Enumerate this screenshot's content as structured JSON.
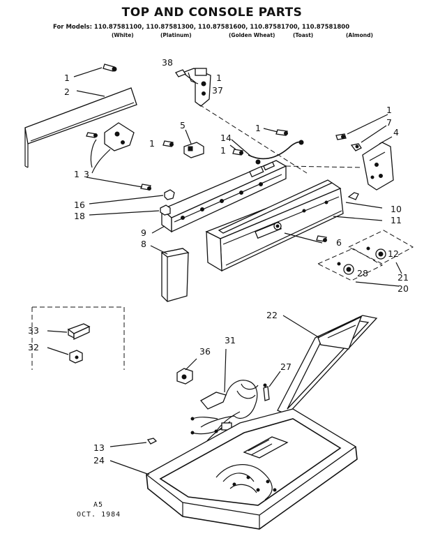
{
  "header": {
    "title": "TOP AND CONSOLE PARTS",
    "models_line": "For Models: 110.87581100, 110.87581300, 110.87581600, 110.87581700, 110.87581800",
    "colors": [
      "(White)",
      "(Platinum)",
      "(Golden Wheat)",
      "(Toast)",
      "(Almond)"
    ]
  },
  "callouts": {
    "c1": "1",
    "c2": "2",
    "c3": "3",
    "c4": "4",
    "c5": "5",
    "c6": "6",
    "c7": "7",
    "c8": "8",
    "c9": "9",
    "c10": "10",
    "c11": "11",
    "c12": "12",
    "c13": "13",
    "c14": "14",
    "c16": "16",
    "c18": "18",
    "c20": "20",
    "c21": "21",
    "c22": "22",
    "c24": "24",
    "c27": "27",
    "c28": "28",
    "c31": "31",
    "c32": "32",
    "c33": "33",
    "c36": "36",
    "c37": "37",
    "c38": "38"
  },
  "footer": {
    "code": "A5",
    "date": "OCT. 1984"
  }
}
